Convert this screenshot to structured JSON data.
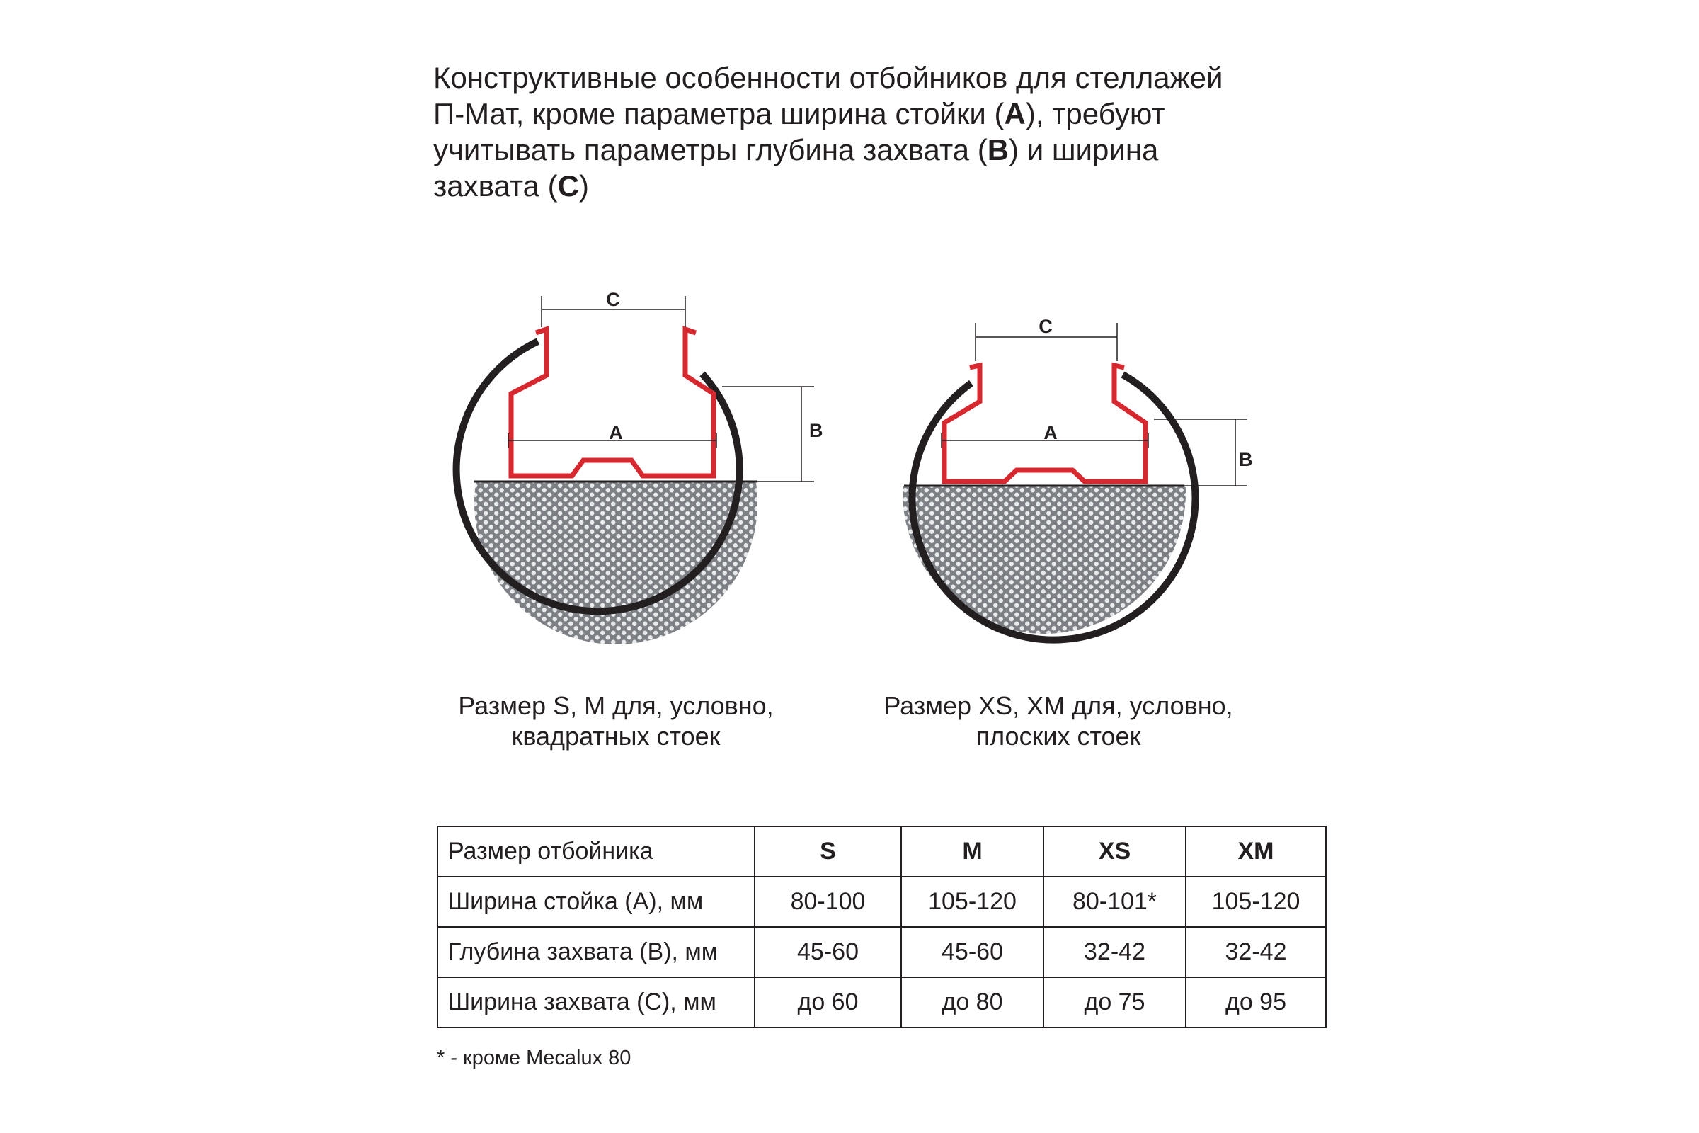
{
  "intro": {
    "line1": "Конструктивные особенности отбойников  для стеллажей",
    "line2_pre": "П-Мат, кроме параметра ширина стойки (",
    "line2_bold": "А",
    "line2_post": "), требуют",
    "line3_pre": "учитывать параметры глубина захвата (",
    "line3_bold": "В",
    "line3_post": ") и ширина",
    "line4_pre": "захвата (",
    "line4_bold": "С",
    "line4_post": ")"
  },
  "diagram_left": {
    "label_a": "A",
    "label_b": "B",
    "label_c": "C"
  },
  "diagram_right": {
    "label_a": "A",
    "label_b": "B",
    "label_c": "C"
  },
  "captions": {
    "left_line1": "Размер S, M для, условно,",
    "left_line2": "квадратных стоек",
    "right_line1": "Размер XS, XM для, условно,",
    "right_line2": "плоских стоек"
  },
  "colors": {
    "profile": "#d7282f",
    "outline": "#231f20",
    "fill": "#b9bcc0"
  },
  "table": {
    "header": [
      "Размер отбойника",
      "S",
      "M",
      "XS",
      "XM"
    ],
    "rows": [
      [
        "Ширина стойка (А), мм",
        "80-100",
        "105-120",
        "80-101*",
        "105-120"
      ],
      [
        "Глубина захвата (В), мм",
        "45-60",
        "45-60",
        "32-42",
        "32-42"
      ],
      [
        "Ширина захвата (С), мм",
        "до 60",
        "до 80",
        "до 75",
        "до 95"
      ]
    ]
  },
  "footnote": "* - кроме Mecalux 80"
}
